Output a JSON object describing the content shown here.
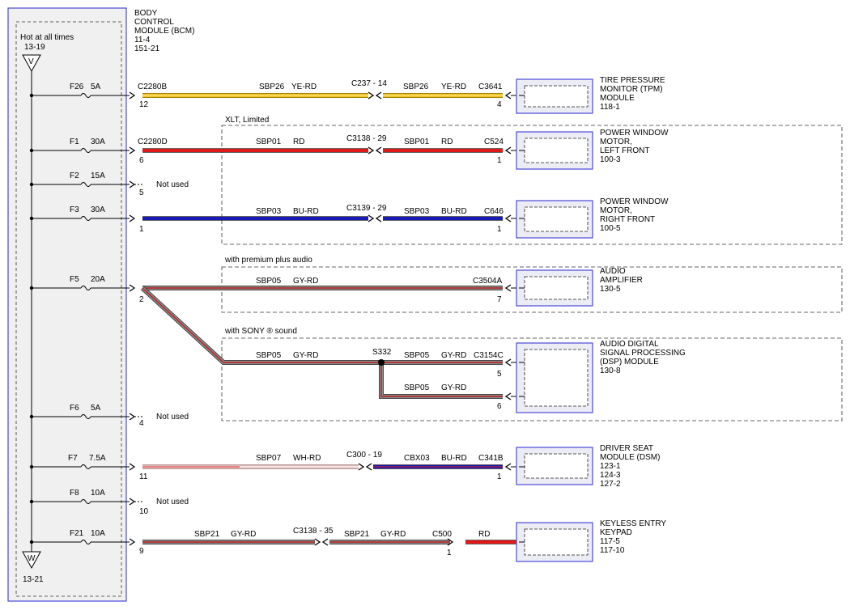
{
  "bcm": {
    "title": [
      "BODY",
      "CONTROL",
      "MODULE (BCM)",
      "11-4",
      "151-21"
    ],
    "hot_label": "Hot at all times",
    "top_ref": "13-19",
    "top_symbol": "V",
    "bottom_symbol": "W",
    "bottom_ref": "13-21"
  },
  "fuses": [
    {
      "id": "F26",
      "amps": "5A",
      "pin": "12",
      "connector": "C2280B"
    },
    {
      "id": "F1",
      "amps": "30A",
      "pin": "6",
      "connector": "C2280D"
    },
    {
      "id": "F2",
      "amps": "15A",
      "pin": "5",
      "note": "Not used"
    },
    {
      "id": "F3",
      "amps": "30A",
      "pin": "1"
    },
    {
      "id": "F5",
      "amps": "20A",
      "pin": "2"
    },
    {
      "id": "F6",
      "amps": "5A",
      "pin": "4",
      "note": "Not used"
    },
    {
      "id": "F7",
      "amps": "7.5A",
      "pin": "11"
    },
    {
      "id": "F8",
      "amps": "10A",
      "pin": "10",
      "note": "Not used"
    },
    {
      "id": "F21",
      "amps": "10A",
      "pin": "9"
    }
  ],
  "options": {
    "xlt": "XLT, Limited",
    "premium": "with premium plus audio",
    "sony": "with SONY ® sound"
  },
  "circuits": {
    "tpm": {
      "c1": "SBP26",
      "col1": "YE-RD",
      "mid": "C237 - 14",
      "c2": "SBP26",
      "col2": "YE-RD",
      "end": "C3641",
      "pin": "4",
      "color": "#f0c419"
    },
    "pwlf": {
      "c1": "SBP01",
      "col1": "RD",
      "mid": "C3138 - 29",
      "c2": "SBP01",
      "col2": "RD",
      "end": "C524",
      "pin": "1",
      "color": "#e01818"
    },
    "pwrf": {
      "c1": "SBP03",
      "col1": "BU-RD",
      "mid": "C3139 - 29",
      "c2": "SBP03",
      "col2": "BU-RD",
      "end": "C646",
      "pin": "1",
      "color": "#1a1ab8"
    },
    "amp": {
      "c1": "SBP05",
      "col1": "GY-RD",
      "end": "C3504A",
      "pin": "7"
    },
    "dsp": {
      "c1": "SBP05",
      "col1": "GY-RD",
      "splice": "S332",
      "c2": "SBP05",
      "col2": "GY-RD",
      "end": "C3154C",
      "pin": "5",
      "c3": "SBP05",
      "col3": "GY-RD",
      "pin2": "6"
    },
    "dsm": {
      "c1": "SBP07",
      "col1": "WH-RD",
      "mid": "C300 - 19",
      "c2": "CBX03",
      "col2": "BU-RD",
      "end": "C341B",
      "pin": "1"
    },
    "kp": {
      "c1": "SBP21",
      "col1": "GY-RD",
      "mid": "C3138 - 35",
      "c2": "SBP21",
      "col2": "GY-RD",
      "end": "C500",
      "pin": "1",
      "col3": "RD"
    }
  },
  "modules": {
    "tpm": [
      "TIRE PRESSURE",
      "MONITOR (TPM)",
      "MODULE",
      "118-1"
    ],
    "pwlf": [
      "POWER WINDOW",
      "MOTOR,",
      "LEFT FRONT",
      "100-3"
    ],
    "pwrf": [
      "POWER WINDOW",
      "MOTOR,",
      "RIGHT FRONT",
      "100-5"
    ],
    "amp": [
      "AUDIO",
      "AMPLIFIER",
      "130-5"
    ],
    "dsp": [
      "AUDIO DIGITAL",
      "SIGNAL PROCESSING",
      "(DSP) MODULE",
      "130-8"
    ],
    "dsm": [
      "DRIVER SEAT",
      "MODULE (DSM)",
      "123-1",
      "124-3",
      "127-2"
    ],
    "kp": [
      "KEYLESS ENTRY",
      "KEYPAD",
      "117-5",
      "117-10"
    ]
  },
  "colors": {
    "gray_wire": "#8c8c8c",
    "red_stripe": "#e01818",
    "blue_wire": "#1a1ab8",
    "module_border": "#4a4ad8",
    "box_fill": "#ececec"
  }
}
